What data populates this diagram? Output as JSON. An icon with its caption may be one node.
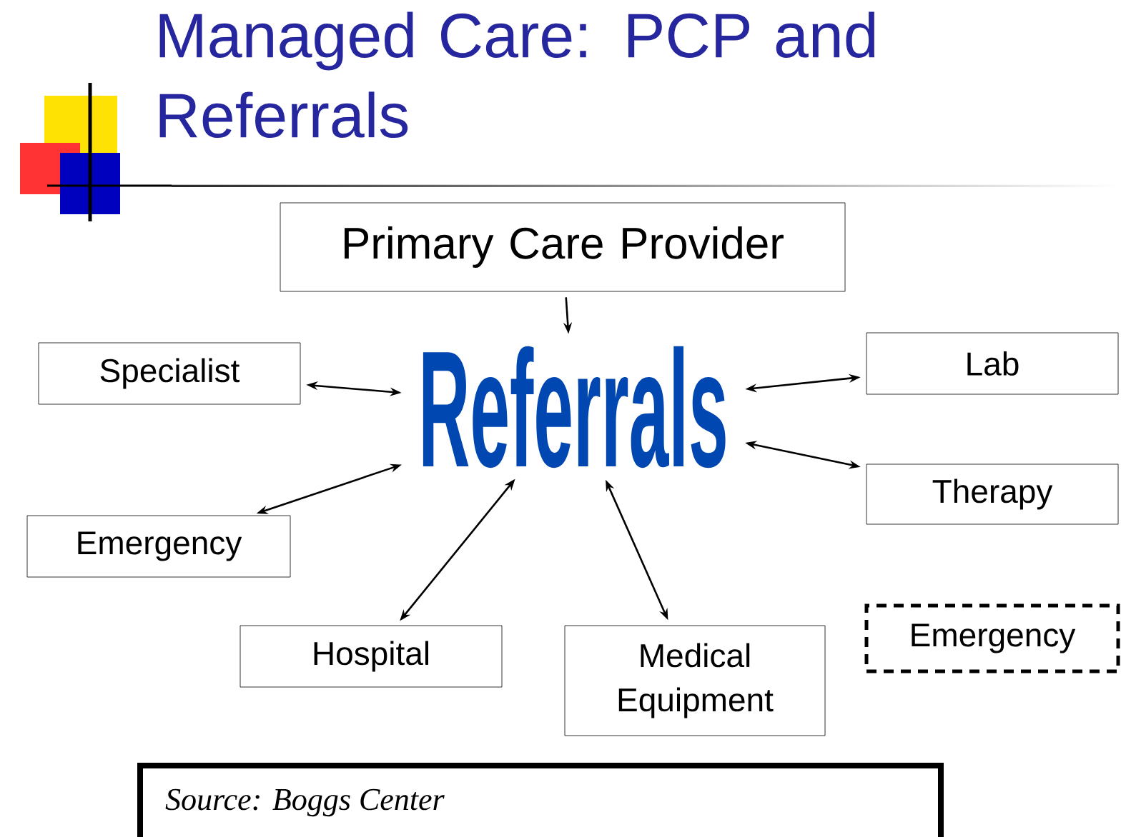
{
  "diagram": {
    "title": "Managed Care: PCP and Referrals",
    "nodes": [
      {
        "text": [
          "Primary Care Provider"
        ]
      },
      {
        "text": [
          "Specialist"
        ]
      },
      {
        "text": [
          "Referrals"
        ]
      },
      {
        "text": [
          "Lab"
        ]
      },
      {
        "text": [
          "Therapy"
        ]
      },
      {
        "text": [
          "Emergency"
        ]
      },
      {
        "text": [
          "Hospital"
        ]
      },
      {
        "text": [
          "Medical Equipment"
        ]
      },
      {
        "text": [
          "Emergency"
        ]
      },
      {
        "text": [
          "Source:  Boggs Center"
        ]
      }
    ],
    "edges": [
      {
        "from": 0,
        "to": 2,
        "arrow": "to"
      },
      {
        "from": 2,
        "to": 1,
        "arrow": "both"
      },
      {
        "from": 2,
        "to": 3,
        "arrow": "both"
      },
      {
        "from": 2,
        "to": 4,
        "arrow": "both"
      },
      {
        "from": 2,
        "to": 5,
        "arrow": "both"
      },
      {
        "from": 2,
        "to": 6,
        "arrow": "both"
      },
      {
        "from": 2,
        "to": 7,
        "arrow": "both"
      }
    ]
  }
}
